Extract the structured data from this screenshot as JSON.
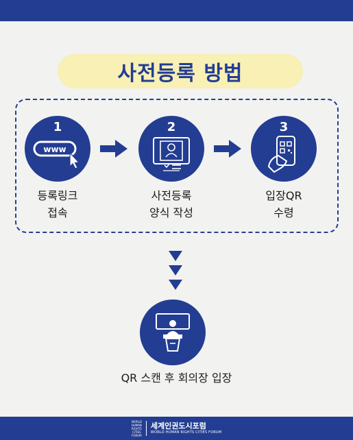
{
  "title": "사전등록 방법",
  "steps": [
    {
      "number": "1",
      "line1": "등록링크",
      "line2": "접속",
      "icon": "www-cursor-icon"
    },
    {
      "number": "2",
      "line1": "사전등록",
      "line2": "양식 작성",
      "icon": "registration-form-icon"
    },
    {
      "number": "3",
      "line1": "입장QR",
      "line2": "수령",
      "icon": "qr-phone-icon"
    }
  ],
  "step1_icon_text": "www",
  "final_step": {
    "label": "QR 스캔 후 회의장 입장",
    "icon": "podium-speaker-icon"
  },
  "footer": {
    "mark_lines": [
      "WORLD",
      "HUMAN",
      "RIGHTS",
      "CITIES",
      "FORUM"
    ],
    "name_ko": "세계인권도시포럼",
    "name_en": "WORLD HUMAN RIGHTS CITIES FORUM"
  },
  "colors": {
    "primary": "#233d92",
    "title_bg": "#f8f0b4",
    "background": "#f2f2f1"
  }
}
